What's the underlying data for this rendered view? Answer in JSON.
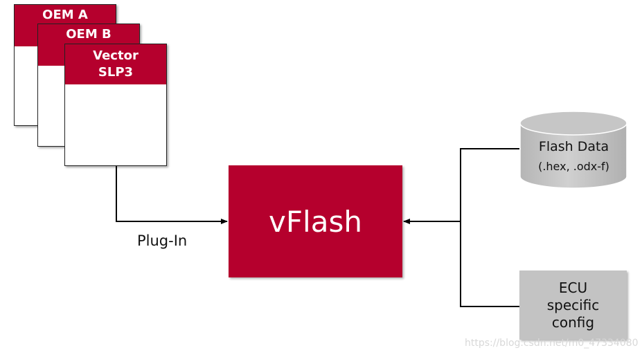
{
  "oem_cards": [
    {
      "label": "OEM A"
    },
    {
      "label": "OEM B"
    },
    {
      "label_line1": "Vector",
      "label_line2": "SLP3"
    }
  ],
  "core": {
    "label": "vFlash"
  },
  "plugin": {
    "label": "Plug-In"
  },
  "flash_data": {
    "title": "Flash Data",
    "formats": "(.hex, .odx-f)"
  },
  "ecu_config": {
    "line1": "ECU",
    "line2": "specific",
    "line3": "config"
  },
  "watermark": {
    "text": "https://blog.csdn.net/m0_47334080"
  },
  "colors": {
    "accent": "#b5002d",
    "data_gray": "#c3c3c3"
  }
}
